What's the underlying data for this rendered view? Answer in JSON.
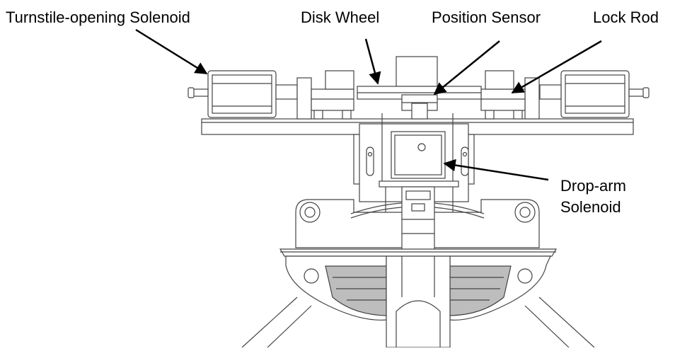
{
  "labels": {
    "turnstile_solenoid": "Turnstile-opening Solenoid",
    "disk_wheel": "Disk Wheel",
    "position_sensor": "Position Sensor",
    "lock_rod": "Lock Rod",
    "drop_arm_line1": "Drop-arm",
    "drop_arm_line2": "Solenoid"
  },
  "colors": {
    "text": "#000000",
    "arrow": "#000000",
    "drawing_line": "#444444"
  }
}
